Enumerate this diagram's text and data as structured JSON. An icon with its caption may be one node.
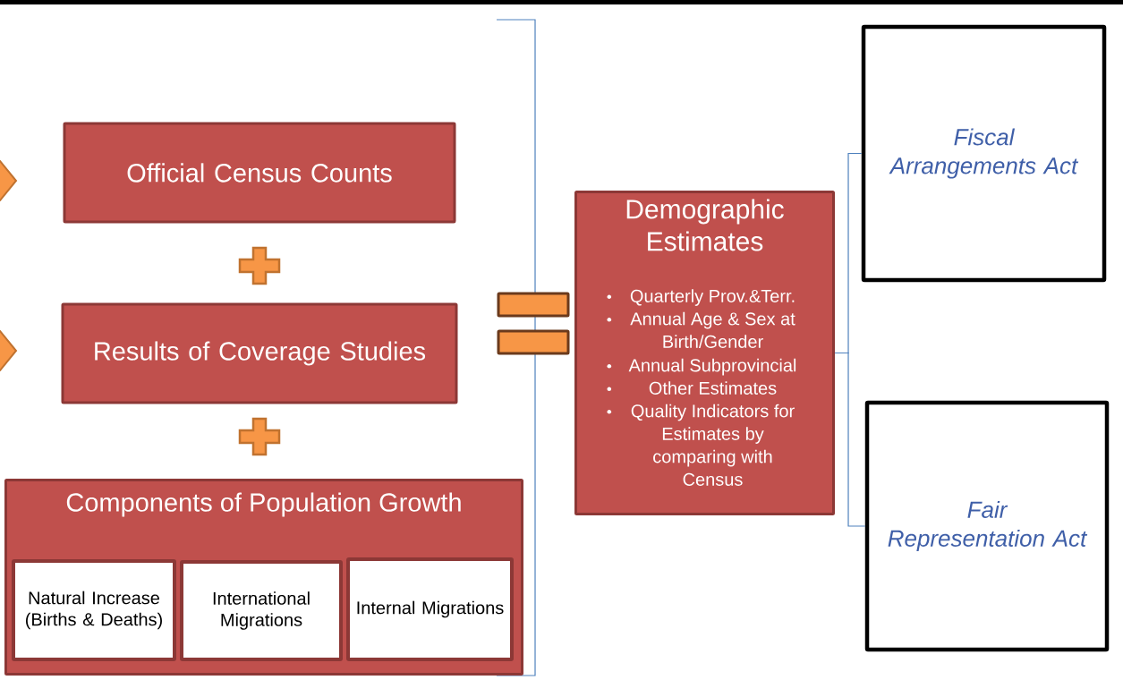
{
  "diagram": {
    "nodes": [
      {
        "text": [
          "Official Census Counts"
        ]
      },
      {
        "text": [
          "Results of Coverage Studies"
        ]
      },
      {
        "text": [
          "Components of Population Growth"
        ]
      },
      {
        "text": [
          "Natural Increase (Births & Deaths)"
        ],
        "in": 2
      },
      {
        "text": [
          "International Migrations"
        ],
        "in": 2
      },
      {
        "text": [
          "Internal Migrations"
        ],
        "in": 2
      },
      {
        "text": [
          "Demographic Estimates",
          "Quarterly Prov.&Terr.",
          "Annual Age & Sex at Birth/Gender",
          "Annual Subprovincial",
          "Other Estimates",
          "Quality Indicators for Estimates by comparing with Census"
        ]
      },
      {
        "text": [
          "Fiscal Arrangements Act"
        ]
      },
      {
        "text": [
          "Fair Representation Act"
        ]
      }
    ],
    "edges": [
      {
        "from": 6,
        "to": 7,
        "arrow": "none"
      },
      {
        "from": 6,
        "to": 8,
        "arrow": "none"
      }
    ]
  }
}
